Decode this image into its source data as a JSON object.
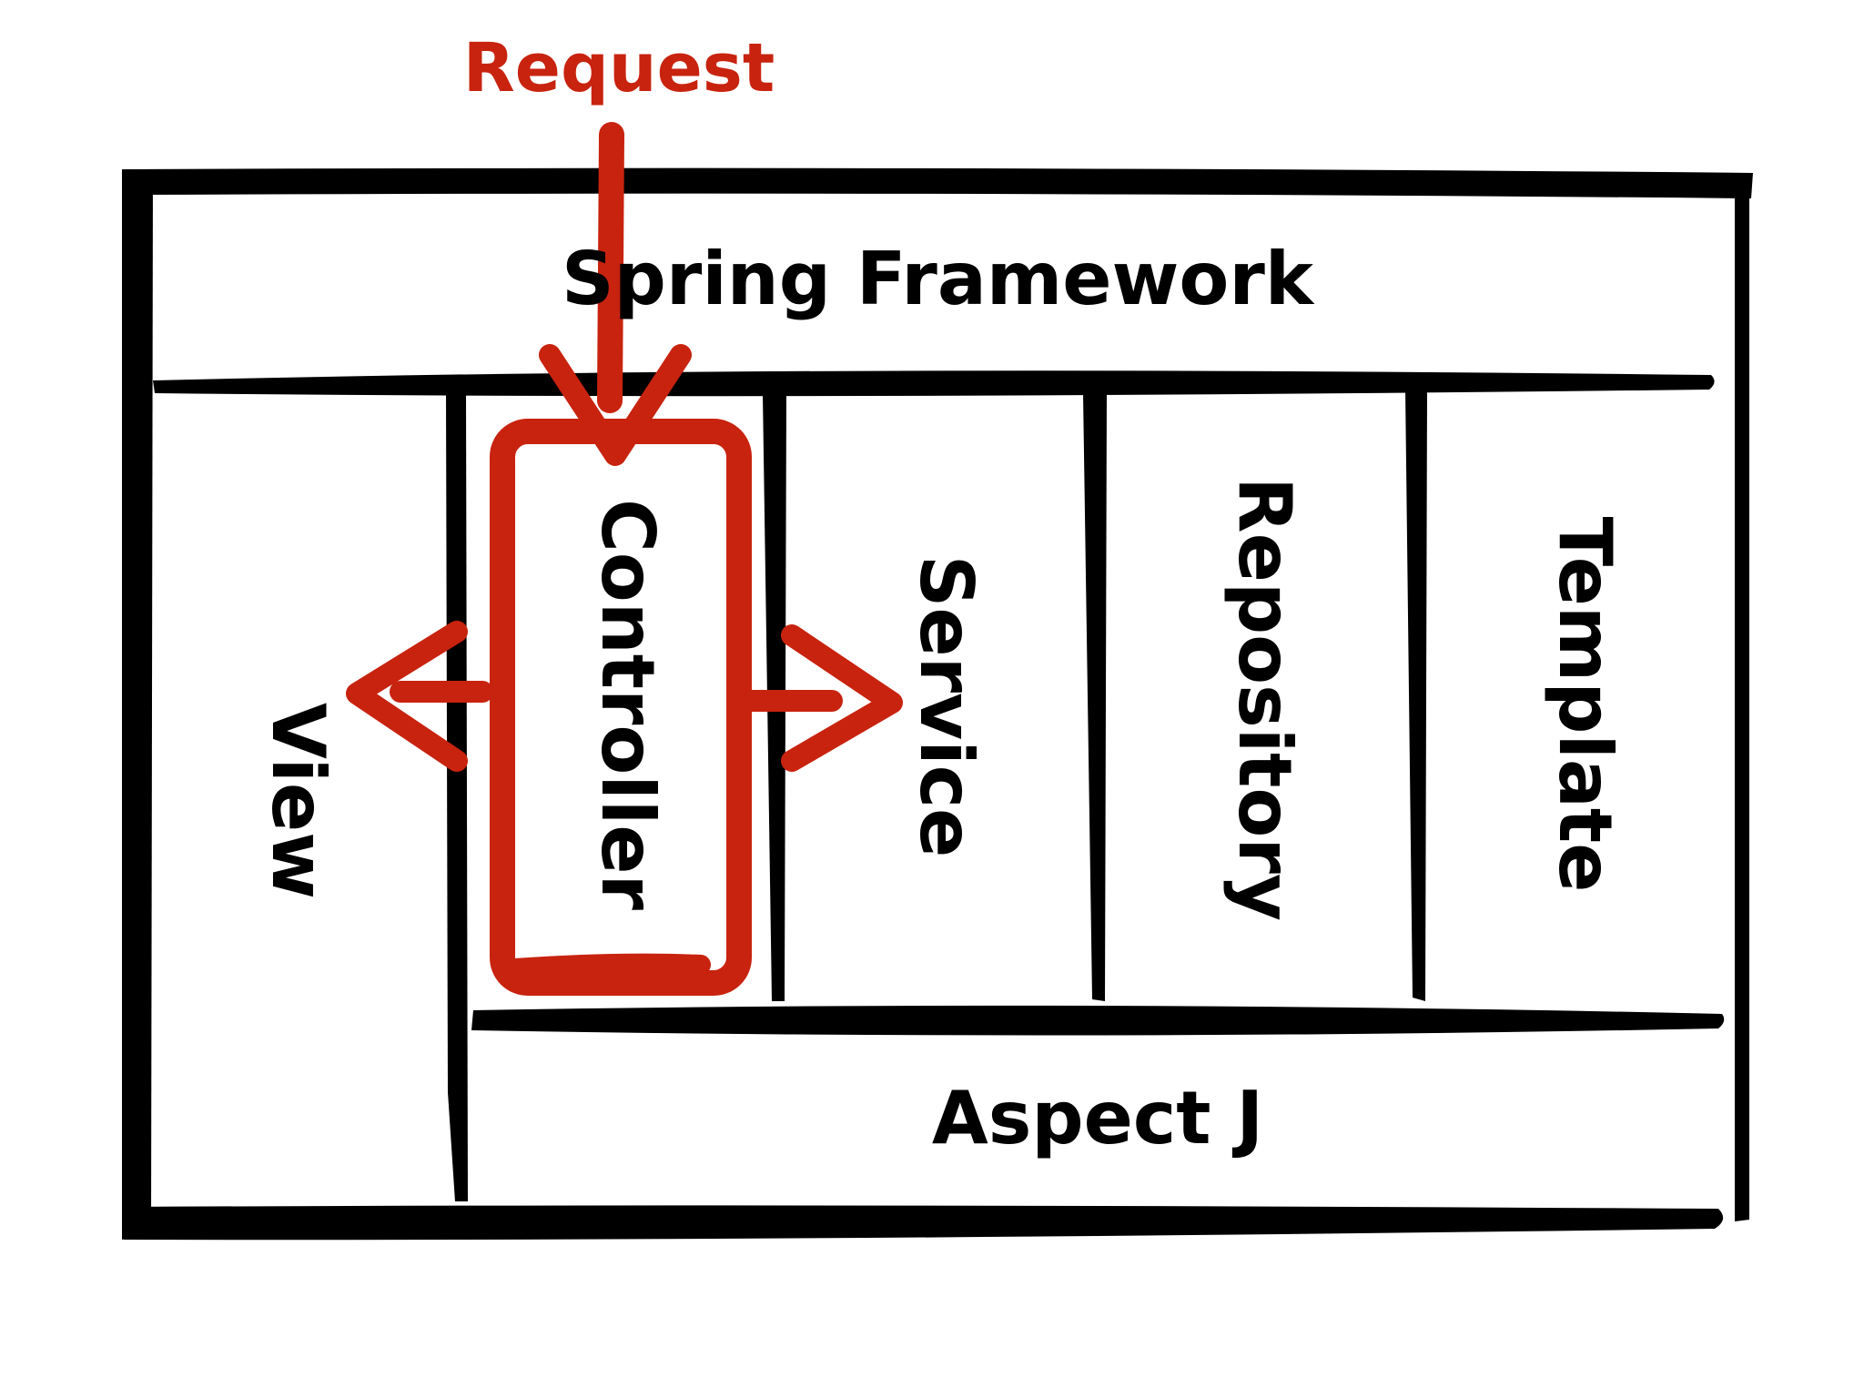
{
  "request": {
    "label": "Request",
    "color": "#c8230f"
  },
  "framework": {
    "label": "Spring Framework"
  },
  "layers": [
    {
      "label": "View"
    },
    {
      "label": "Controller"
    },
    {
      "label": "Service"
    },
    {
      "label": "Repository"
    },
    {
      "label": "Template"
    }
  ],
  "aspect": {
    "label": "Aspect J"
  },
  "colors": {
    "ink": "#000000",
    "accent": "#c8230f",
    "background": "#ffffff"
  }
}
